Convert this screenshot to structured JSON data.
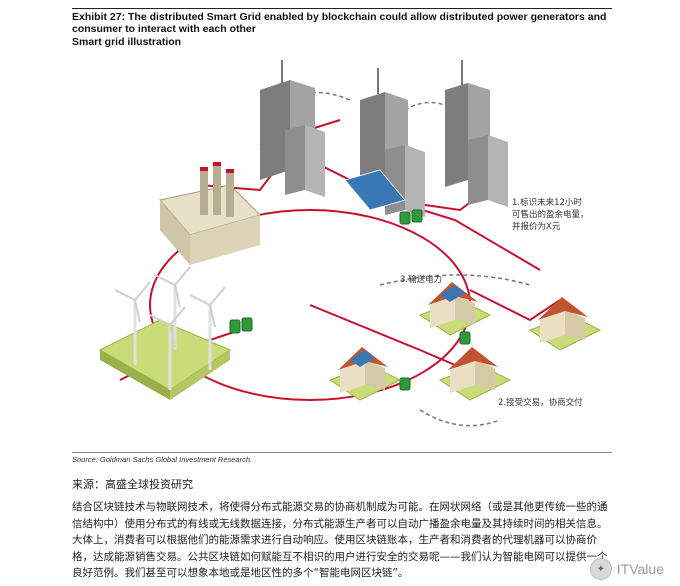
{
  "exhibit": {
    "title": "Exhibit 27: The distributed Smart Grid enabled by blockchain could allow distributed power generators and consumer to interact with each other",
    "subtitle": "Smart grid illustration"
  },
  "illustration": {
    "annotation_1_line1": "1.标识未来12小时",
    "annotation_1_line2": "可售出的盈余电量，",
    "annotation_1_line3": "并报价为X元",
    "annotation_2": "2.接受交易，协商交付",
    "annotation_3": "3.输送电力"
  },
  "source": "Source: Goldman Sachs Global Investment Research.",
  "cn_source": "来源：高盛全球投资研究",
  "body_text": "结合区块链技术与物联网技术，将使得分布式能源交易的协商机制成为可能。在网状网络（或是其他更传统一些的通信结构中）使用分布式的有线或无线数据连接，分布式能源生产者可以自动广播盈余电量及其持续时间的相关信息。大体上，消费者可以根据他们的能源需求进行自动响应。使用区块链账本，生产者和消费者的代理机器可以协商价格，达成能源销售交易。公共区块链如何赋能互不相识的用户进行安全的交易呢——我们认为智能电网可以提供一个良好范例。我们甚至可以想象本地或是地区性的多个“智能电网区块链”。",
  "watermark": "ITValue",
  "colors": {
    "grid_line": "#c8102e",
    "roof": "#c0542f",
    "grass": "#c9dc7a",
    "building": "#8a8a8a",
    "battery": "#2e9a3c"
  }
}
